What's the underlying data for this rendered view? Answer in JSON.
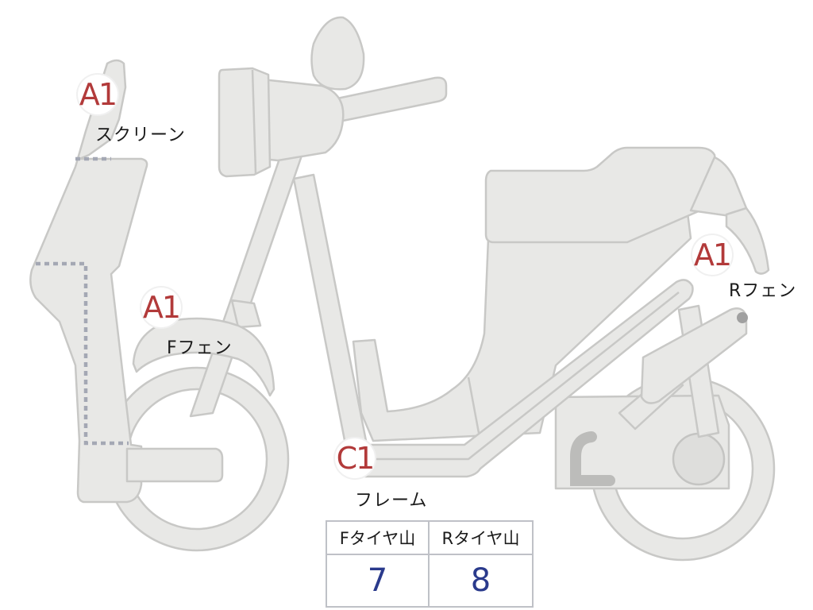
{
  "parts": [
    {
      "key": "screen",
      "code": "A1",
      "label": "スクリーン"
    },
    {
      "key": "front_fender",
      "code": "A1",
      "label": "Fフェン"
    },
    {
      "key": "rear_fender",
      "code": "A1",
      "label": "Rフェン"
    },
    {
      "key": "frame",
      "code": "C1",
      "label": "フレーム"
    }
  ],
  "tread": {
    "front_header": "Fタイヤ山",
    "rear_header": "Rタイヤ山",
    "front_value": "7",
    "rear_value": "8"
  },
  "colors": {
    "part_fill": "#e8e8e6",
    "part_outline": "#c8c8c6",
    "damage_code": "#b23a3a",
    "tread_value": "#2a3a8c",
    "dotted_line": "#a4a8b4"
  }
}
